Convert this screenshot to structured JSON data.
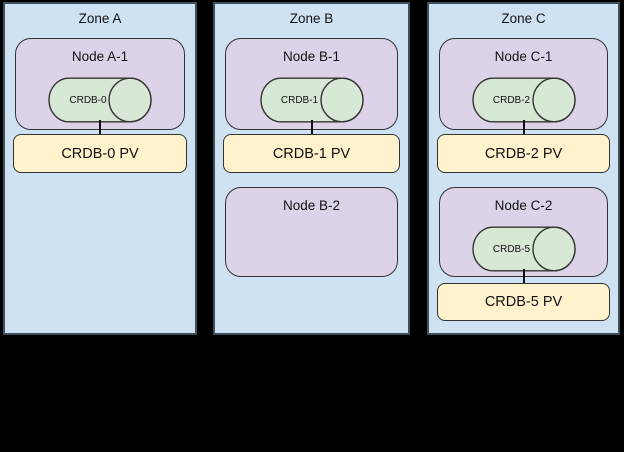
{
  "diagram": {
    "palette": {
      "canvas_bg": "#000000",
      "zone_fill": "#cfe2f3",
      "zone_border": "#3e4e5a",
      "node_fill": "#dcd3e9",
      "pod_fill": "#d7e9d4",
      "pv_fill": "#fff2cc",
      "shape_border": "#333333",
      "text": "#111111"
    },
    "zones": [
      {
        "label": "Zone A",
        "node1": {
          "label": "Node A-1",
          "pod": "CRDB-0"
        },
        "pv1": "CRDB-0 PV"
      },
      {
        "label": "Zone B",
        "node1": {
          "label": "Node B-1",
          "pod": "CRDB-1"
        },
        "pv1": "CRDB-1 PV",
        "node2": {
          "label": "Node B-2"
        }
      },
      {
        "label": "Zone C",
        "node1": {
          "label": "Node C-1",
          "pod": "CRDB-2"
        },
        "pv1": "CRDB-2 PV",
        "node2": {
          "label": "Node C-2",
          "pod": "CRDB-5"
        },
        "pv2": "CRDB-5 PV"
      }
    ]
  }
}
